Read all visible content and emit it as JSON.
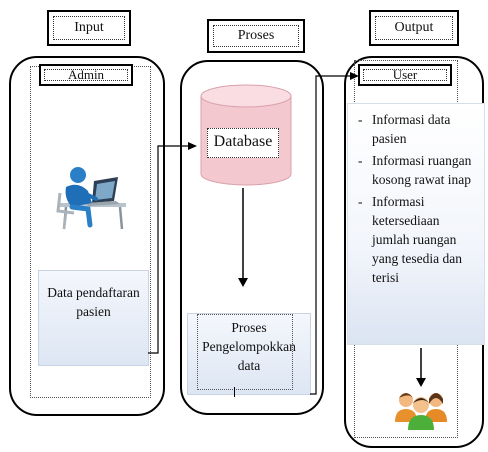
{
  "headers": {
    "input": "Input",
    "proses": "Proses",
    "output": "Output"
  },
  "input": {
    "actor_label": "Admin",
    "data_box": "Data pendaftaran pasien"
  },
  "proses": {
    "database_label": "Database",
    "process_box": "Proses Pengelompokkan data"
  },
  "output": {
    "actor_label": "User",
    "items": [
      "Informasi data pasien",
      "Informasi ruangan kosong rawat inap",
      "Informasi ketersediaan jumlah ruangan yang tesedia dan terisi"
    ],
    "item_marker": "-"
  },
  "icons": {
    "admin": "person-at-computer-icon",
    "database": "database-cylinder-icon",
    "users": "user-group-icon"
  },
  "colors": {
    "database_fill": "#f3c5cc",
    "box_gradient_bottom": "#dde6f3"
  }
}
